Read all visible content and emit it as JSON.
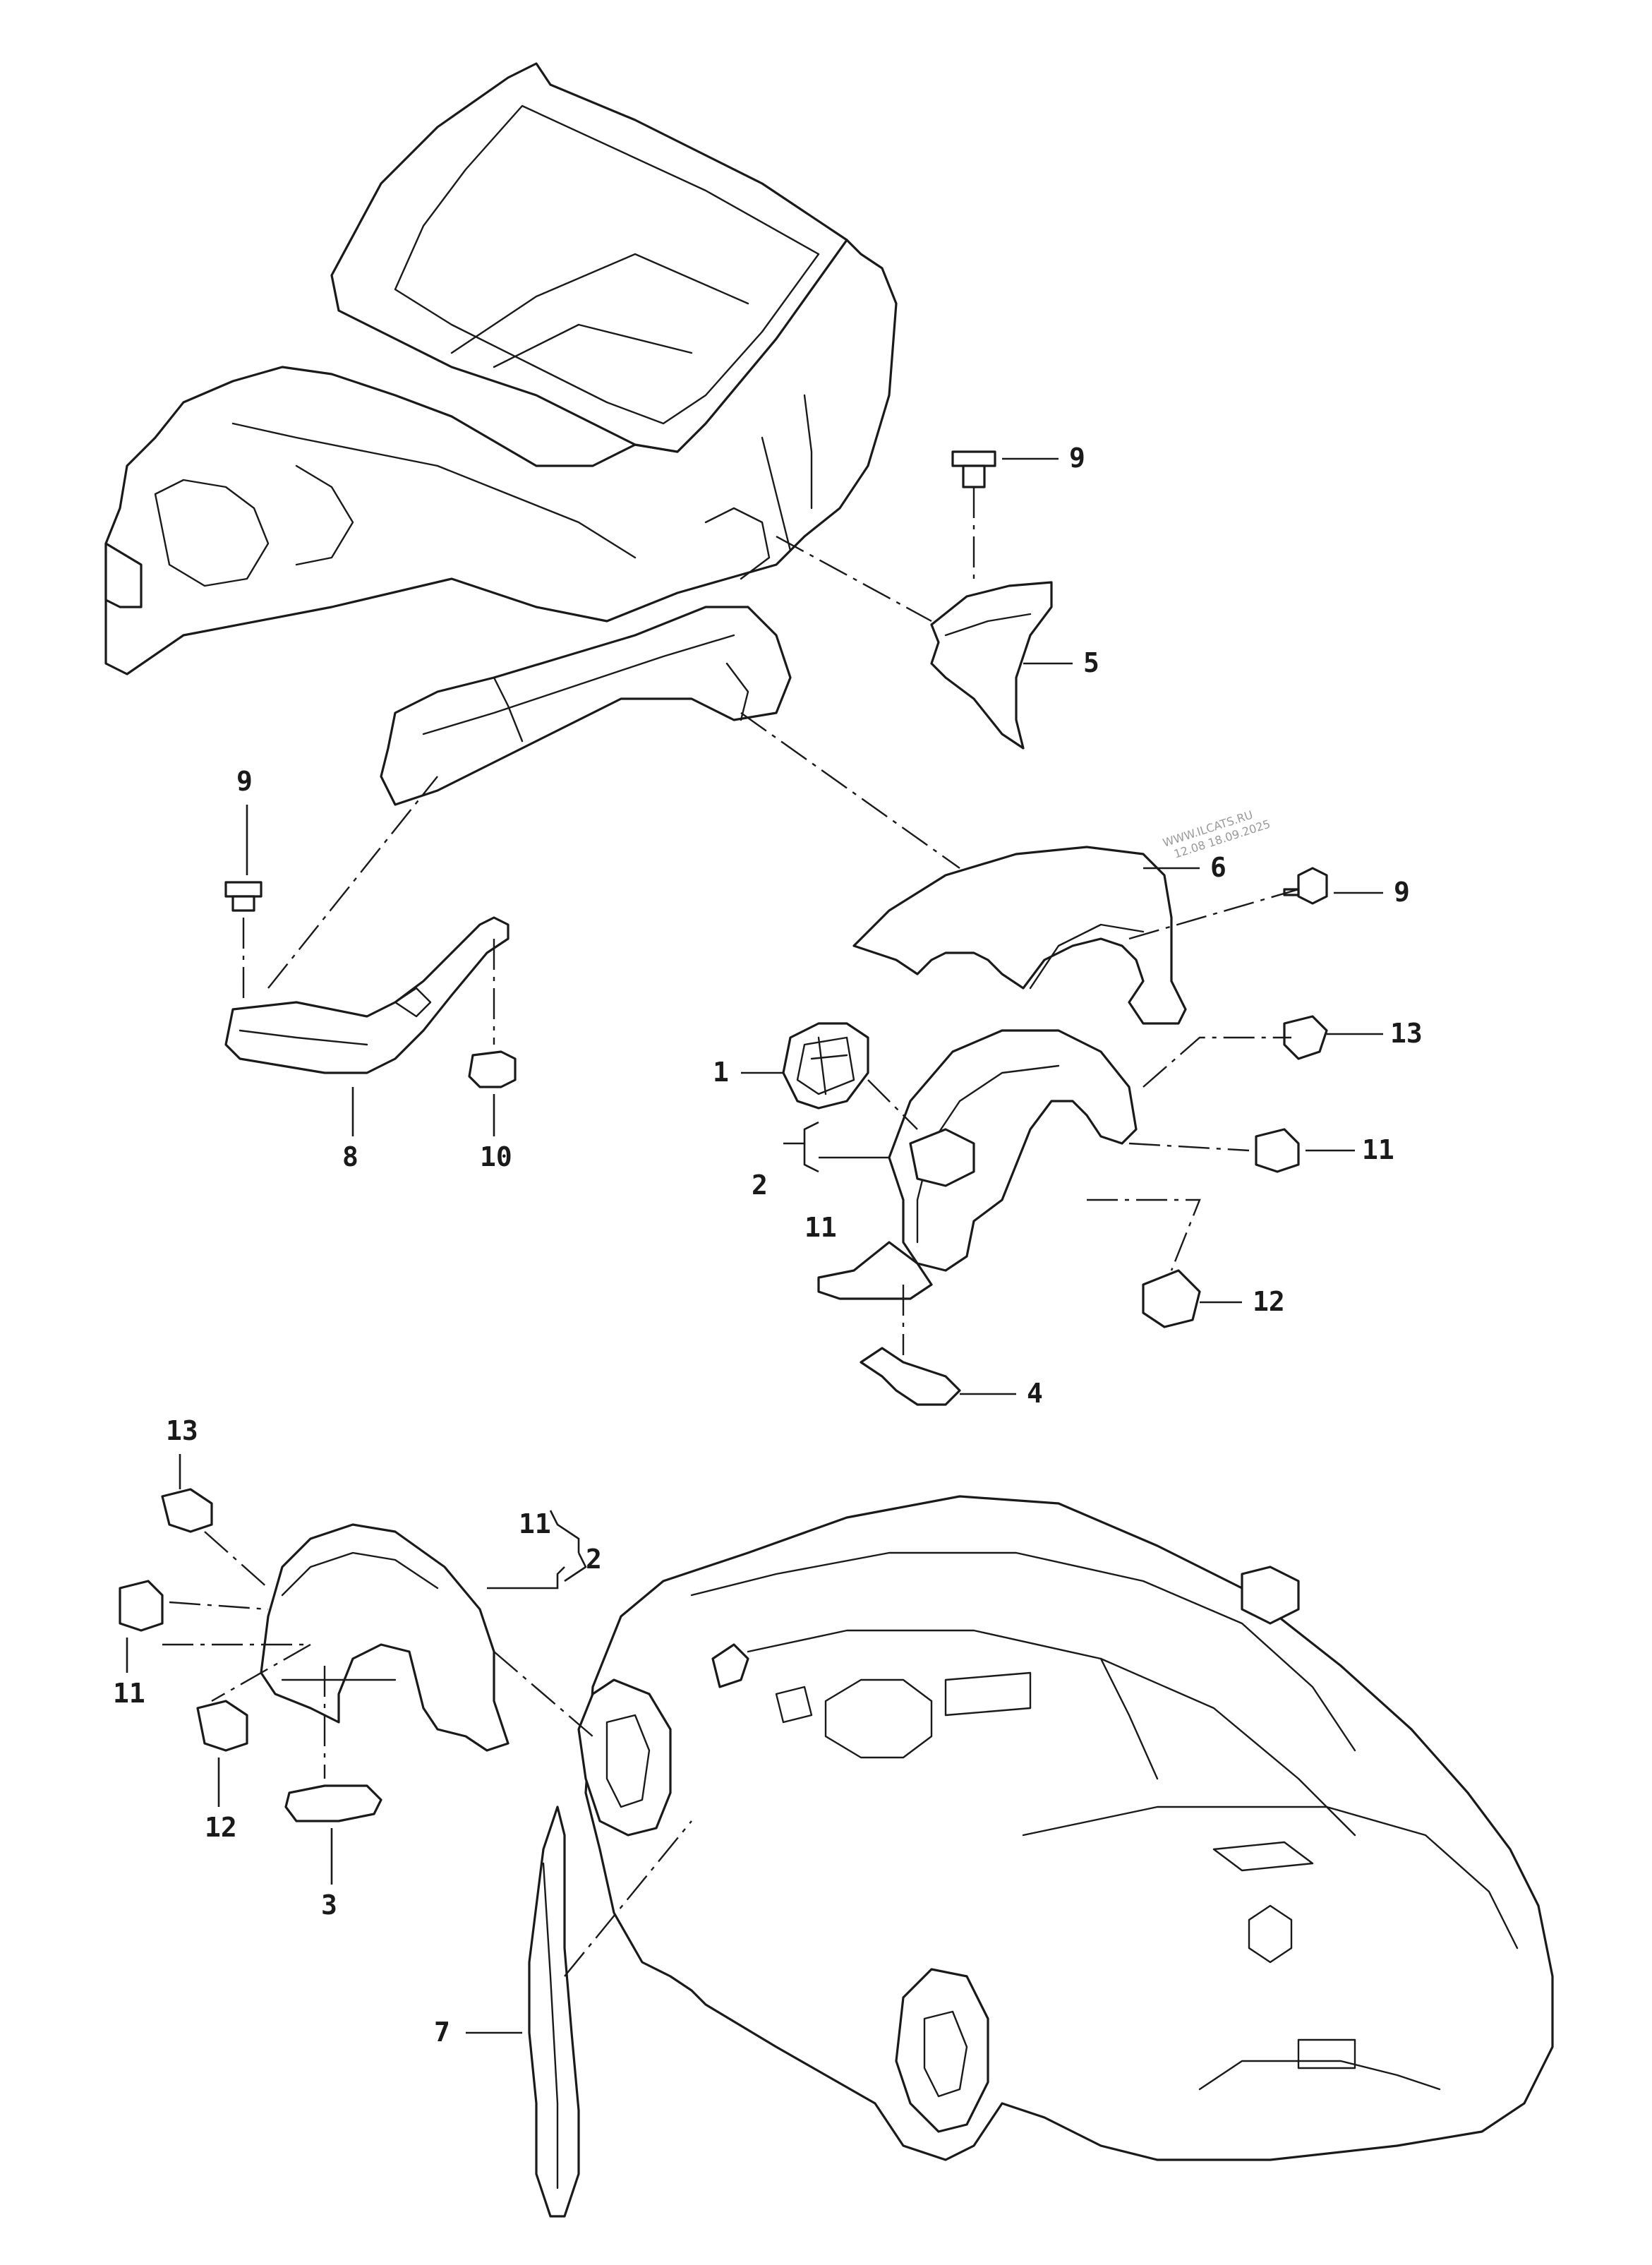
{
  "watermark": {
    "site": "WWW.ILCATS.RU",
    "date": "12.08 18.09.2025"
  },
  "callouts": {
    "c1": "1",
    "c2a": "2",
    "c2b": "2",
    "c3": "3",
    "c4": "4",
    "c5": "5",
    "c6": "6",
    "c7": "7",
    "c8": "8",
    "c9a": "9",
    "c9b": "9",
    "c9c": "9",
    "c10": "10",
    "c11a": "11",
    "c11b": "11",
    "c11c": "11",
    "c11d": "11",
    "c12a": "12",
    "c12b": "12",
    "c13a": "13",
    "c13b": "13"
  },
  "colors": {
    "line": "#1a1a1a",
    "background": "#ffffff",
    "watermark": "#9a9a9a"
  }
}
